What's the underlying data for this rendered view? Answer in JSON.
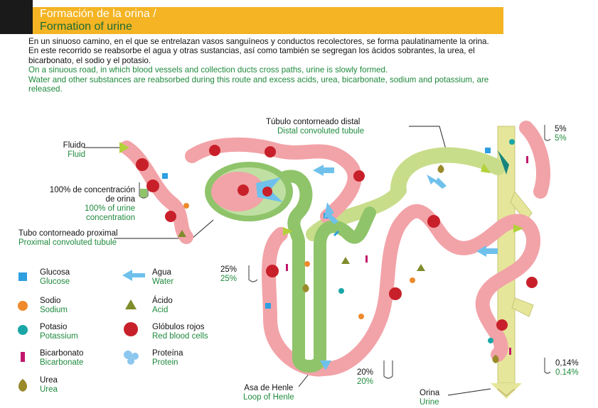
{
  "title": {
    "es": "Formación de la orina /",
    "en": "Formation of urine"
  },
  "intro": {
    "es1": "En un sinuoso camino, en el que se entrelazan vasos sanguíneos y conductos recolectores, se forma paulatinamente la orina.",
    "es2": "En este recorrido se reabsorbe el agua y otras sustancias, así como también se segregan los ácidos sobrantes, la urea, el bicarbonato, el sodio y el potasio.",
    "en1": "On a sinuous road, in which blood vessels and collection ducts cross paths, urine is slowly formed.",
    "en2": "Water and other substances are reabsorbed during this route and excess acids, urea, bicarbonate, sodium and potassium, are released."
  },
  "labels": {
    "fluid": {
      "es": "Fluido",
      "en": "Fluid"
    },
    "concentration": {
      "es1": "100% de concentración",
      "es2": "de orina",
      "en1": "100% of urine",
      "en2": "concentration"
    },
    "proximal": {
      "es": "Tubo contorneado proximal",
      "en": "Proximal convoluted tubule"
    },
    "distal": {
      "es": "Túbulo contorneado distal",
      "en": "Distal convoluted tubule"
    },
    "henle": {
      "es": "Asa de Henle",
      "en": "Loop of Henle"
    },
    "urine": {
      "es": "Orina",
      "en": "Urine"
    }
  },
  "percentages": {
    "p5": {
      "es": "5%",
      "en": "5%"
    },
    "p25": {
      "es": "25%",
      "en": "25%"
    },
    "p20": {
      "es": "20%",
      "en": "20%"
    },
    "p014": {
      "es": "0,14%",
      "en": "0.14%"
    }
  },
  "legend": [
    {
      "es": "Glucosa",
      "en": "Glucose",
      "icon": "blue-square-icon"
    },
    {
      "es": "Agua",
      "en": "Water",
      "icon": "blue-arrow-icon"
    },
    {
      "es": "Sodio",
      "en": "Sodium",
      "icon": "orange-dot-icon"
    },
    {
      "es": "Ácido",
      "en": "Acid",
      "icon": "olive-triangle-icon"
    },
    {
      "es": "Potasio",
      "en": "Potassium",
      "icon": "teal-dot-icon"
    },
    {
      "es": "Glóbulos rojos",
      "en": "Red blood cells",
      "icon": "red-cell-icon"
    },
    {
      "es": "Bicarbonato",
      "en": "Bicarbonate",
      "icon": "magenta-bar-icon"
    },
    {
      "es": "Proteína",
      "en": "Protein",
      "icon": "protein-cluster-icon"
    },
    {
      "es": "Urea",
      "en": "Urea",
      "icon": "urea-drop-icon"
    }
  ],
  "colors": {
    "title_bg": "#f4b423",
    "spanish_text": "#111111",
    "english_text": "#1f8a3d",
    "blood_vessel": "#f2a3a8",
    "tubule": "#8fc46a",
    "collecting_duct": "#e6e69a",
    "glucose": "#2e9fe0",
    "water": "#6fc1ec",
    "sodium": "#ee8a2c",
    "acid": "#7f8c2a",
    "potassium": "#1aa6a6",
    "red_cells": "#c8202a",
    "bicarbonate": "#c2166b",
    "protein": "#8cc7ef",
    "urea": "#9a8a2a"
  }
}
